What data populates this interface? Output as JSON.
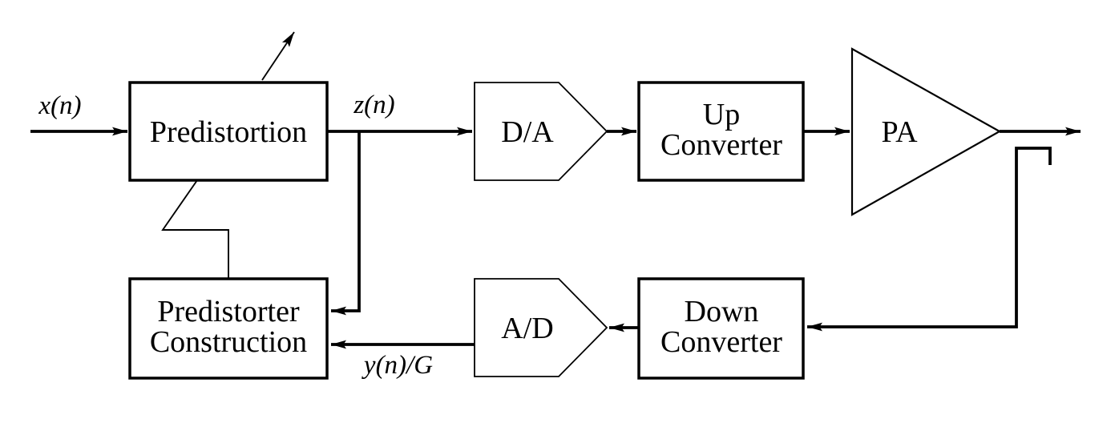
{
  "colors": {
    "ink": "#000000",
    "paper": "#ffffff"
  },
  "signals": {
    "input": "x(n)",
    "predistorted": "z(n)",
    "feedback": "y(n)/G"
  },
  "blocks": {
    "predistortion": {
      "label": "Predistortion"
    },
    "da": {
      "label": "D/A"
    },
    "up_converter": {
      "line1": "Up",
      "line2": "Converter"
    },
    "pa": {
      "label": "PA"
    },
    "down_converter": {
      "line1": "Down",
      "line2": "Converter"
    },
    "ad": {
      "label": "A/D"
    },
    "predistorter_construction": {
      "line1": "Predistorter",
      "line2": "Construction"
    }
  }
}
